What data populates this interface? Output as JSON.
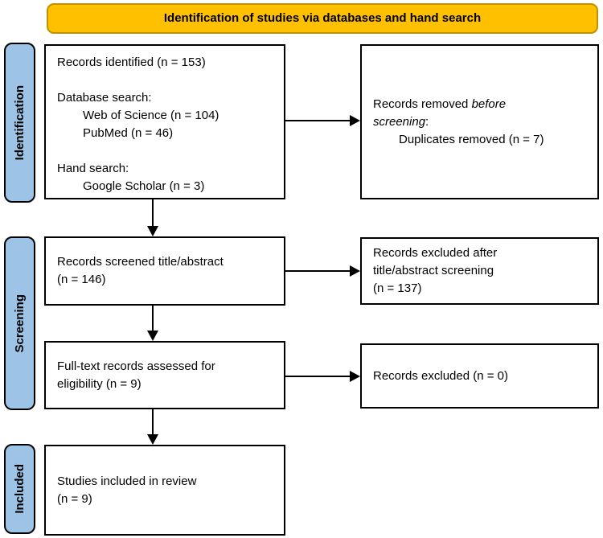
{
  "banner": {
    "title": "Identification of studies via databases and hand search"
  },
  "colors": {
    "banner_bg": "#FFC000",
    "banner_border": "#BF9000",
    "stage_bg": "#9DC3E6",
    "box_border": "#000000",
    "arrow": "#000000"
  },
  "stages": [
    {
      "label": "Identification"
    },
    {
      "label": "Screening"
    },
    {
      "label": "Included"
    }
  ],
  "boxes": {
    "identified": {
      "lines": [
        "Records identified (n = 153)",
        "",
        "Database search:",
        "Web of Science (n = 104)",
        "PubMed (n = 46)",
        "",
        "Hand search:",
        "Google Scholar (n = 3)"
      ]
    },
    "removed_before_screening": {
      "line1_prefix": "Records removed ",
      "line1_italic": "before",
      "line2_italic": "screening",
      "line2_suffix": ":",
      "detail": "Duplicates removed (n = 7)"
    },
    "screened": {
      "lines": [
        "Records screened title/abstract",
        "(n = 146)"
      ]
    },
    "excluded_title_abstract": {
      "lines": [
        "Records excluded after",
        "title/abstract screening",
        "(n = 137)"
      ]
    },
    "fulltext_assessed": {
      "lines": [
        "Full-text records assessed for",
        "eligibility (n = 9)"
      ]
    },
    "excluded_fulltext": {
      "line": "Records excluded (n = 0)"
    },
    "included_studies": {
      "lines": [
        "Studies included in review",
        "(n = 9)"
      ]
    }
  }
}
